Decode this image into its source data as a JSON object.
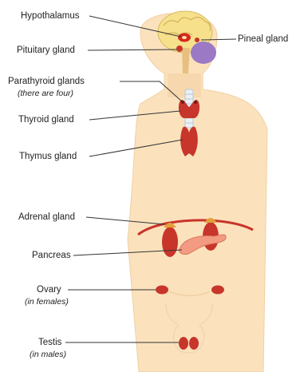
{
  "labels": {
    "hypothalamus": "Hypothalamus",
    "pineal": "Pineal gland",
    "pituitary": "Pituitary gland",
    "parathyroid": "Parathyroid glands",
    "parathyroid_note": "(there are four)",
    "thyroid": "Thyroid gland",
    "thymus": "Thymus gland",
    "adrenal": "Adrenal gland",
    "pancreas": "Pancreas",
    "ovary": "Ovary",
    "ovary_note": "(in females)",
    "testis": "Testis",
    "testis_note": "(in males)"
  },
  "colors": {
    "body_fill": "#fbe2bd",
    "body_shade": "#f4d3a6",
    "gland_red": "#c8352b",
    "gland_dark": "#a82a22",
    "brain_yellow": "#f6e08c",
    "brain_purple": "#9b79c4",
    "pancreas_pink": "#f39a82",
    "leader_line": "#333333"
  }
}
